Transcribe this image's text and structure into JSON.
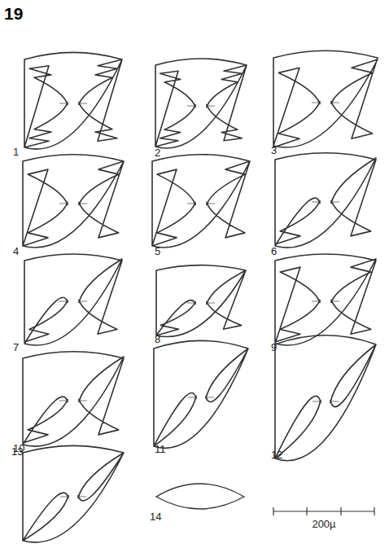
{
  "diagram": {
    "title": "19",
    "labels": [
      "1",
      "2",
      "3",
      "4",
      "5",
      "6",
      "7",
      "8",
      "9",
      "10",
      "11",
      "12",
      "13",
      "14",
      "200µ"
    ]
  }
}
